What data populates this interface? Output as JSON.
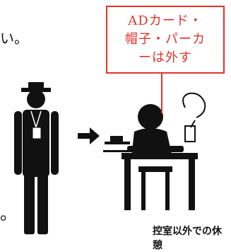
{
  "fragments": {
    "top": "い。",
    "bottom": "。"
  },
  "callout": {
    "lines": [
      "ADカード・",
      "帽子・パーカ",
      "ーは外す"
    ]
  },
  "caption": "控室以外での休憩",
  "icons": {
    "person-standing": "person-standing-icon",
    "person-seated": "person-seated-icon",
    "arrow": "arrow-right-icon",
    "cup": "cup-icon"
  },
  "colors": {
    "accent": "#e0342c",
    "ink": "#111111"
  }
}
